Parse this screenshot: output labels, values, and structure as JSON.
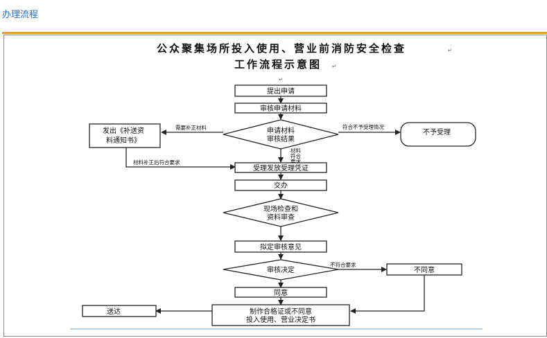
{
  "page": {
    "section_title": "办理流程"
  },
  "diagram": {
    "title_line1": "公众聚集场所投入使用、营业前消防安全检查",
    "title_line2": "工作流程示意图",
    "nodes": {
      "submit": "提出申请",
      "review_materials": "审核申请材料",
      "decision_1_line1": "申请材料",
      "decision_1_line2": "审核结果",
      "notice_line1": "发出《补送资",
      "notice_line2": "料通知书》",
      "not_accepted": "不予受理",
      "accept": "受理发放受理凭证",
      "assign": "交办",
      "inspect_line1": "现场检查和",
      "inspect_line2": "资料审查",
      "draft_opinion": "拟定审核意见",
      "decision_2": "审核决定",
      "disagree": "不同意",
      "agree": "同意",
      "certificate_line1": "制作合格证或不同意",
      "certificate_line2": "投入使用、营业决定书",
      "deliver": "送达"
    },
    "edge_labels": {
      "need_supplement": "需要补正材料",
      "meets_not_accepted": "符合不予受理情况",
      "materials_meet_1": "材料",
      "materials_meet_2": "符合",
      "materials_meet_3": "要求",
      "after_supplement": "材料补正后符合要求",
      "not_meet": "不符合要求"
    }
  }
}
